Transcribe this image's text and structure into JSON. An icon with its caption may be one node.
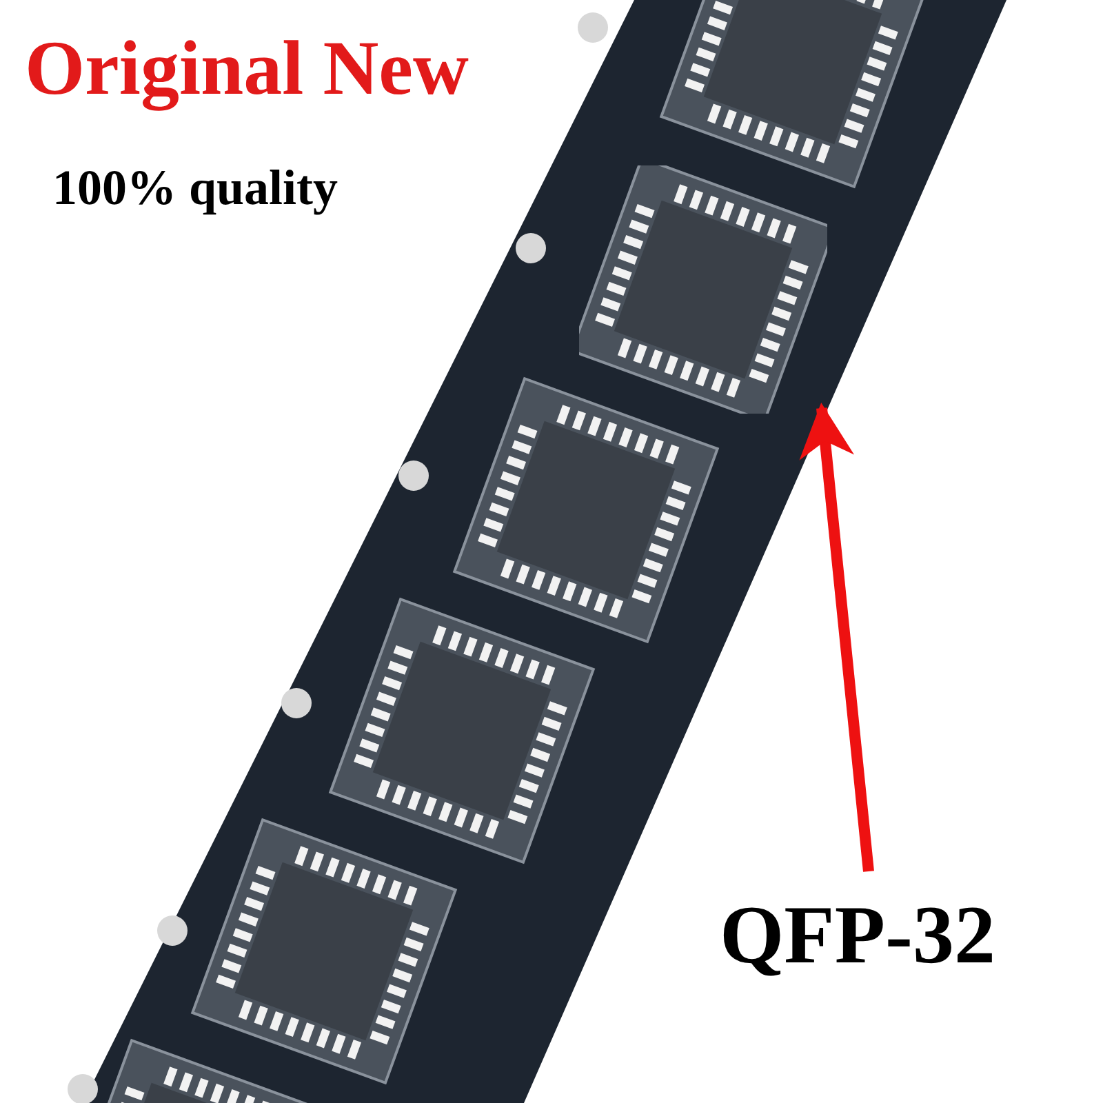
{
  "diagram": {
    "nodes": [
      {
        "text": [
          "QFP-32"
        ]
      },
      {
        "text": [],
        "shape": "picture"
      }
    ],
    "edges": [
      {
        "from": 0,
        "to": 1,
        "arrow": "to",
        "color": "#ee1111"
      }
    ],
    "labels": [
      "Original New",
      "100% quality"
    ]
  }
}
